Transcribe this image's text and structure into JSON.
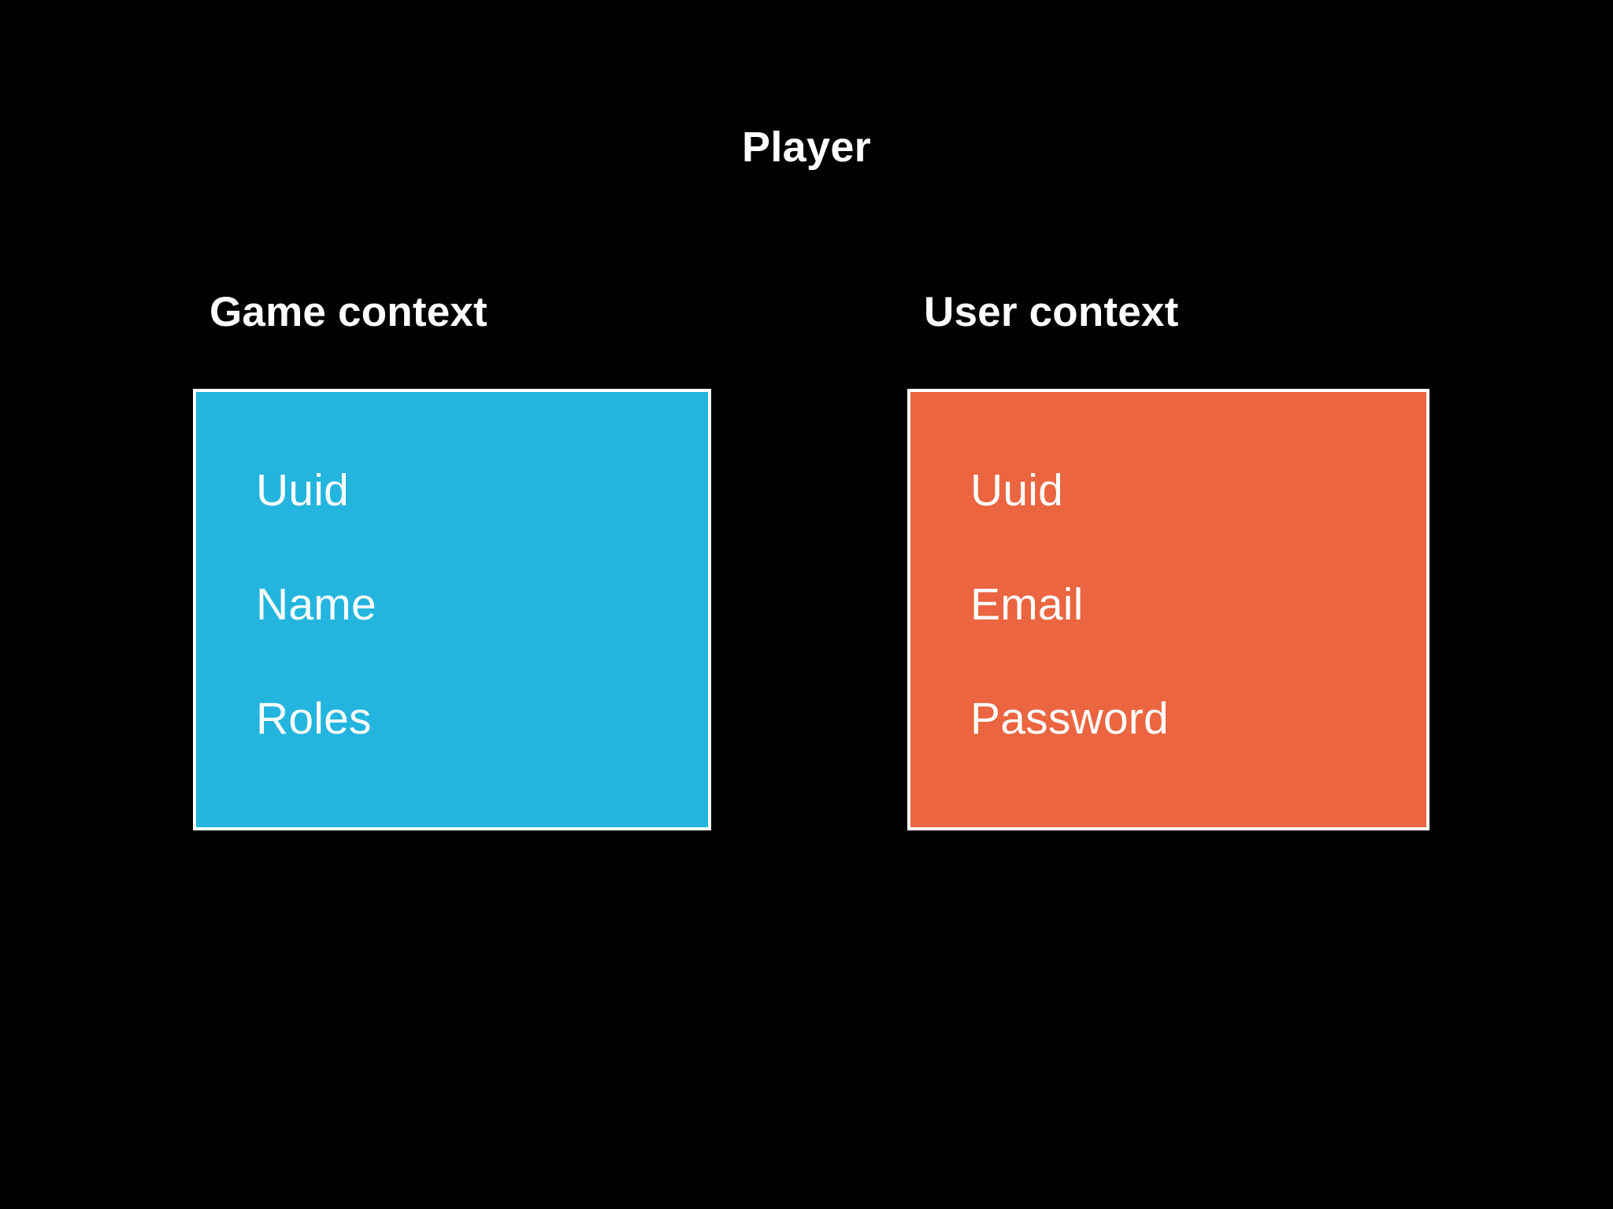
{
  "slide": {
    "title": "Player",
    "background_color": "#000000",
    "text_color": "#ffffff"
  },
  "contexts": [
    {
      "heading": "Game context",
      "box_color": "#23b5de",
      "border_color": "#ffffff",
      "fields": [
        {
          "label": "Uuid"
        },
        {
          "label": "Name"
        },
        {
          "label": "Roles"
        }
      ]
    },
    {
      "heading": "User context",
      "box_color": "#ea6540",
      "border_color": "#ffffff",
      "fields": [
        {
          "label": "Uuid"
        },
        {
          "label": "Email"
        },
        {
          "label": "Password"
        }
      ]
    }
  ]
}
